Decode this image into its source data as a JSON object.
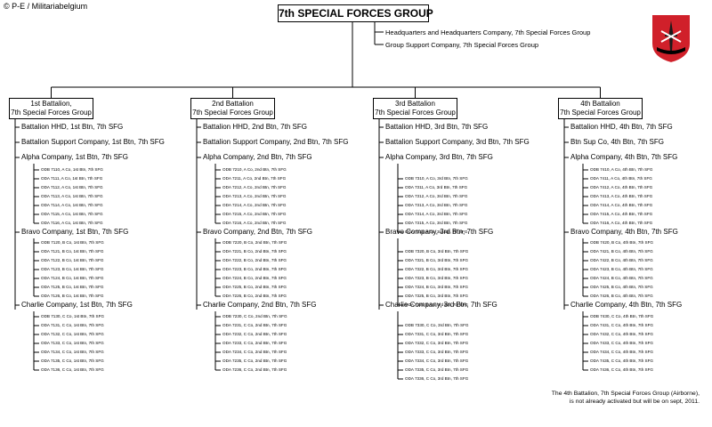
{
  "copyright": "© P-E / Militariabelgium",
  "group": {
    "title": "7th SPECIAL FORCES GROUP",
    "hq": [
      "Headquarters and Headquarters Company, 7th Special Forces Group",
      "Group Support Company, 7th Special Forces Group"
    ]
  },
  "battalions": [
    {
      "name": [
        "1st Battalion,",
        "7th Special Forces Group"
      ],
      "units": [
        "Battalion HHD, 1st Btn, 7th SFG",
        "Battalion Support Company, 1st Btn, 7th SFG"
      ],
      "companies": [
        {
          "name": "Alpha Company, 1st Btn, 7th SFG",
          "odas": [
            "ODB 7110, A Co, 1st Btn, 7th SFG",
            "ODA 7111, A Co, 1st Btn, 7th SFG",
            "ODA 7112, A Co, 1st Btn, 7th SFG",
            "ODA 7113, A Co, 1st Btn, 7th SFG",
            "ODA 7114, A Co, 1st Btn, 7th SFG",
            "ODA 7115, A Co, 1st Btn, 7th SFG",
            "ODA 7116, A Co, 1st Btn, 7th SFG"
          ]
        },
        {
          "name": "Bravo Company, 1st Btn, 7th SFG",
          "odas": [
            "ODB 7120, B Co, 1st Btn, 7th SFG",
            "ODA 7121, B Co, 1st Btn, 7th SFG",
            "ODA 7122, B Co, 1st Btn, 7th SFG",
            "ODA 7123, B Co, 1st Btn, 7th SFG",
            "ODA 7124, B Co, 1st Btn, 7th SFG",
            "ODA 7125, B Co, 1st Btn, 7th SFG",
            "ODA 7126, B Co, 1st Btn, 7th SFG"
          ]
        },
        {
          "name": "Charlie Company, 1st Btn, 7th SFG",
          "odas": [
            "ODB 7130, C Co, 1st Btn, 7th SFG",
            "ODA 7131, C Co, 1st Btn, 7th SFG",
            "ODA 7132, C Co, 1st Btn, 7th SFG",
            "ODA 7133, C Co, 1st Btn, 7th SFG",
            "ODA 7134, C Co, 1st Btn, 7th SFG",
            "ODA 7135, C Co, 1st Btn, 7th SFG",
            "ODA 7136, C Co, 1st Btn, 7th SFG"
          ]
        }
      ]
    },
    {
      "name": [
        "2nd Battalion",
        "7th Special Forces Group"
      ],
      "units": [
        "Battalion HHD, 2nd Btn, 7th SFG",
        "Battalion Support Company, 2nd Btn, 7th SFG"
      ],
      "companies": [
        {
          "name": "Alpha Company, 2nd Btn, 7th SFG",
          "odas": [
            "ODB 7210, A Co, 2nd Btn, 7th SFG",
            "ODA 7211, A Co, 2nd Btn, 7th SFG",
            "ODA 7212, A Co, 2nd Btn, 7th SFG",
            "ODA 7213, A Co, 2nd Btn, 7th SFG",
            "ODA 7214, A Co, 2nd Btn, 7th SFG",
            "ODA 7215, A Co, 2nd Btn, 7th SFG",
            "ODA 7216, A Co, 2nd Btn, 7th SFG"
          ]
        },
        {
          "name": "Bravo Company, 2nd Btn, 7th SFG",
          "odas": [
            "ODB 7220, B Co, 2nd Btn, 7th SFG",
            "ODA 7221, B Co, 2nd Btn, 7th SFG",
            "ODA 7222, B Co, 2nd Btn, 7th SFG",
            "ODA 7223, B Co, 2nd Btn, 7th SFG",
            "ODA 7224, B Co, 2nd Btn, 7th SFG",
            "ODA 7225, B Co, 2nd Btn, 7th SFG",
            "ODA 7226, B Co, 2nd Btn, 7th SFG"
          ]
        },
        {
          "name": "Charlie Company, 2nd Btn, 7th SFG",
          "odas": [
            "ODB 7230, C Co, 2nd Btn, 7th SFG",
            "ODA 7231, C Co, 2nd Btn, 7th SFG",
            "ODA 7232, C Co, 2nd Btn, 7th SFG",
            "ODA 7233, C Co, 2nd Btn, 7th SFG",
            "ODA 7234, C Co, 2nd Btn, 7th SFG",
            "ODA 7235, C Co, 2nd Btn, 7th SFG",
            "ODA 7236, C Co, 2nd Btn, 7th SFG"
          ]
        }
      ]
    },
    {
      "name": [
        "3rd Battalion",
        "7th Special Forces Group"
      ],
      "units": [
        "Battalion HHD, 3rd Btn, 7th SFG",
        "Battalion Support Company, 3rd Btn, 7th SFG"
      ],
      "companies": [
        {
          "name": "Alpha Company, 3rd Btn, 7th SFG",
          "odas": [
            "ODB 7310, A Co, 3rd Btn, 7th SFG",
            "ODA 7311, A Co, 3rd Btn, 7th SFG",
            "ODA 7312, A Co, 3rd Btn, 7th SFG",
            "ODA 7313, A Co, 3rd Btn, 7th SFG",
            "ODA 7314, A Co, 3rd Btn, 7th SFG",
            "ODA 7315, A Co, 3rd Btn, 7th SFG",
            "ODA 7316, A Co, 3rd Btn, 7th SFG"
          ]
        },
        {
          "name": "Bravo Company, 3rd Btn, 7th SFG",
          "odas": [
            "ODB 7320, B Co, 3rd Btn, 7th SFG",
            "ODA 7321, B Co, 3rd Btn, 7th SFG",
            "ODA 7322, B Co, 3rd Btn, 7th SFG",
            "ODA 7323, B Co, 3rd Btn, 7th SFG",
            "ODA 7324, B Co, 3rd Btn, 7th SFG",
            "ODA 7325, B Co, 3rd Btn, 7th SFG",
            "ODA 7326, B Co, 3rd Btn, 7th SFG"
          ]
        },
        {
          "name": "Charlie Company, 3rd Btn, 7th SFG",
          "odas": [
            "ODB 7330, C Co, 3rd Btn, 7th SFG",
            "ODA 7331, C Co, 3rd Btn, 7th SFG",
            "ODA 7332, C Co, 3rd Btn, 7th SFG",
            "ODA 7333, C Co, 3rd Btn, 7th SFG",
            "ODA 7334, C Co, 3rd Btn, 7th SFG",
            "ODA 7335, C Co, 3rd Btn, 7th SFG",
            "ODA 7336, C Co, 3rd Btn, 7th SFG"
          ]
        }
      ]
    },
    {
      "name": [
        "4th Battalion",
        "7th Special Forces Group"
      ],
      "units": [
        "Battalion HHD, 4th Btn, 7th SFG",
        "Btn Sup Co, 4th Btn, 7th SFG"
      ],
      "companies": [
        {
          "name": "Alpha Company, 4th Btn, 7th SFG",
          "odas": [
            "ODB 7410, A Co, 4th Btn, 7th SFG",
            "ODA 7411, A Co, 4th Btn, 7th SFG",
            "ODA 7412, A Co, 4th Btn, 7th SFG",
            "ODA 7413, A Co, 4th Btn, 7th SFG",
            "ODA 7414, A Co, 4th Btn, 7th SFG",
            "ODA 7415, A Co, 4th Btn, 7th SFG",
            "ODA 7416, A Co, 4th Btn, 7th SFG"
          ]
        },
        {
          "name": "Bravo Company, 4th Btn, 7th SFG",
          "odas": [
            "ODB 7420, B Co, 4th Btn, 7th SFG",
            "ODA 7421, B Co, 4th Btn, 7th SFG",
            "ODA 7422, B Co, 4th Btn, 7th SFG",
            "ODA 7423, B Co, 4th Btn, 7th SFG",
            "ODA 7424, B Co, 4th Btn, 7th SFG",
            "ODA 7425, B Co, 4th Btn, 7th SFG",
            "ODA 7426, B Co, 4th Btn, 7th SFG"
          ]
        },
        {
          "name": "Charlie Company, 4th Btn, 7th SFG",
          "odas": [
            "ODB 7430, C Co, 4th Btn, 7th SFG",
            "ODA 7431, C Co, 4th Btn, 7th SFG",
            "ODA 7432, C Co, 4th Btn, 7th SFG",
            "ODA 7433, C Co, 4th Btn, 7th SFG",
            "ODA 7434, C Co, 4th Btn, 7th SFG",
            "ODA 7435, C Co, 4th Btn, 7th SFG",
            "ODA 7436, C Co, 4th Btn, 7th SFG"
          ]
        }
      ]
    }
  ],
  "note": [
    "The 4th Battalion, 7th Special Forces Group (Airborne),",
    "is not already activated but will be on sept, 2011."
  ],
  "insignia": {
    "shield_color": "#d0202a",
    "border_color": "#ffffff",
    "dagger_color": "#1a1a1a",
    "scroll_color": "#000000"
  }
}
